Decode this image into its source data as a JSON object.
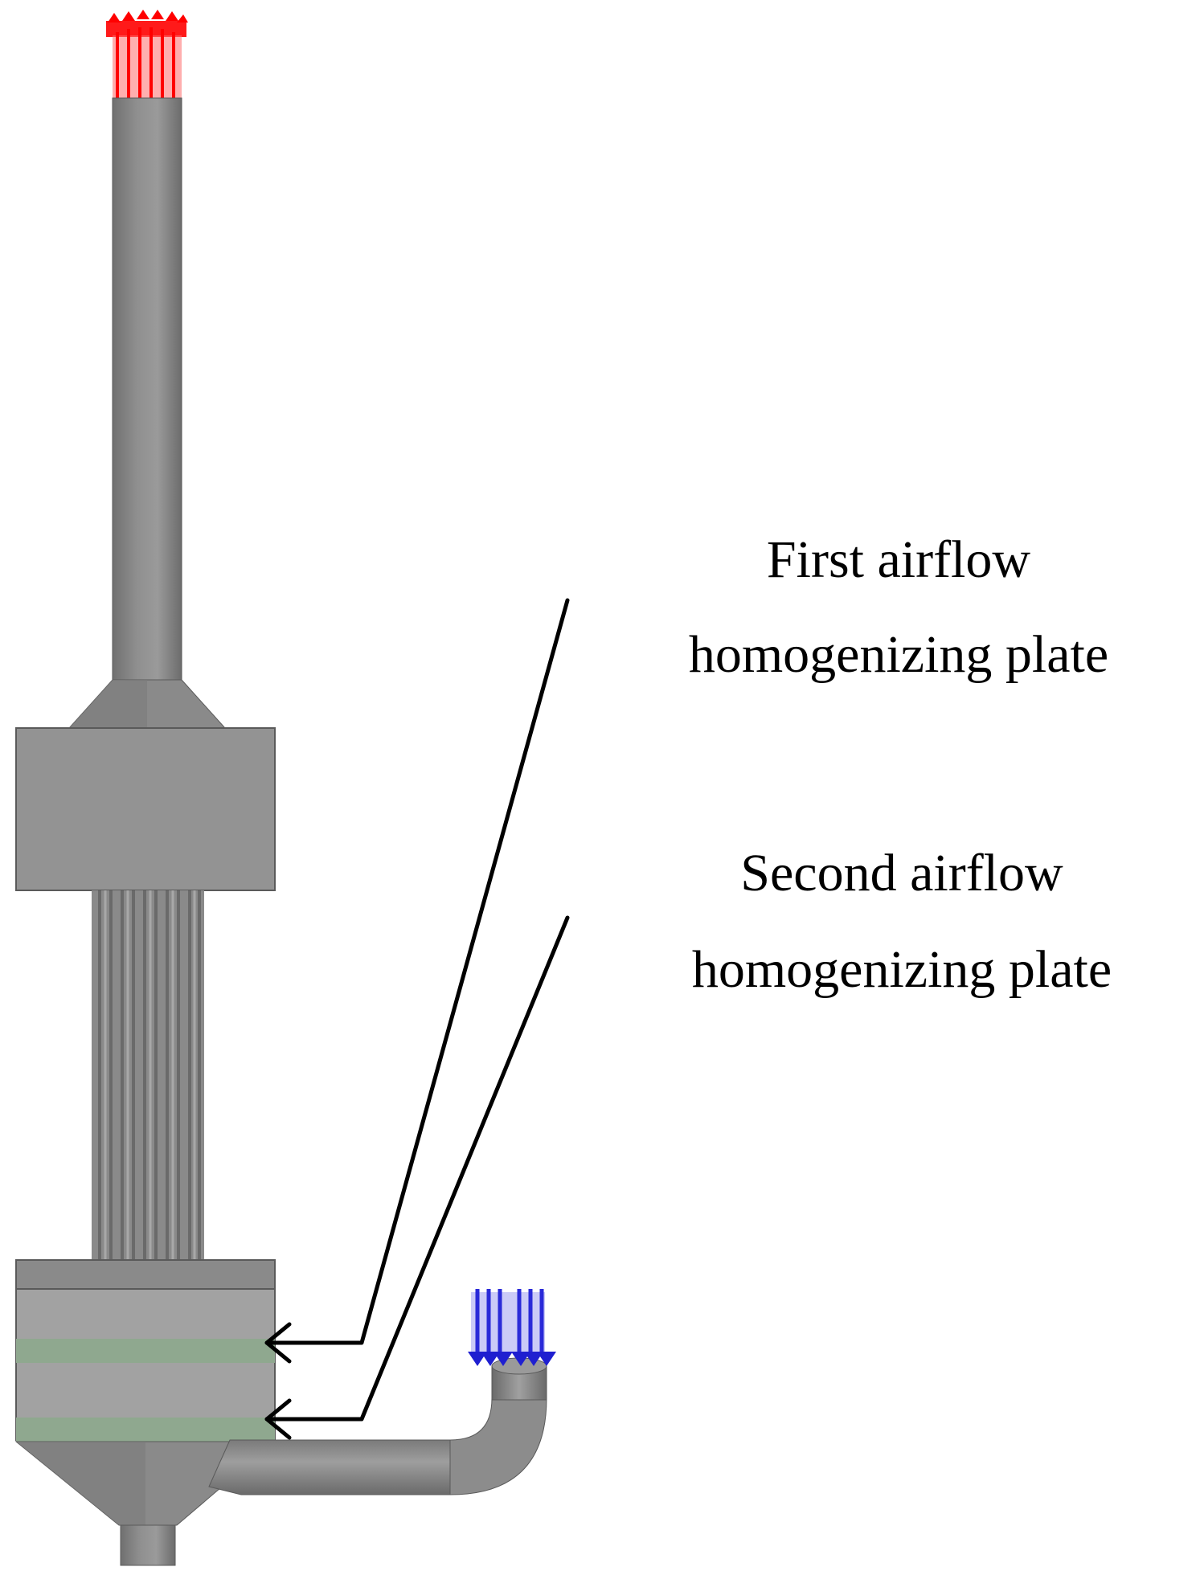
{
  "annotations": {
    "first_plate": {
      "line1": "First airflow",
      "line2": "homogenizing plate"
    },
    "second_plate": {
      "line1": "Second airflow",
      "line2": "homogenizing plate"
    }
  },
  "colors": {
    "body_gray": "#8e8e8e",
    "body_gray_dark": "#6e6e6e",
    "body_gray_light": "#a6a6a6",
    "plate_green": "#8fa88f",
    "outlet_red": "#ff1a1a",
    "inlet_blue": "#2a2ad8",
    "annotation_black": "#000000"
  }
}
